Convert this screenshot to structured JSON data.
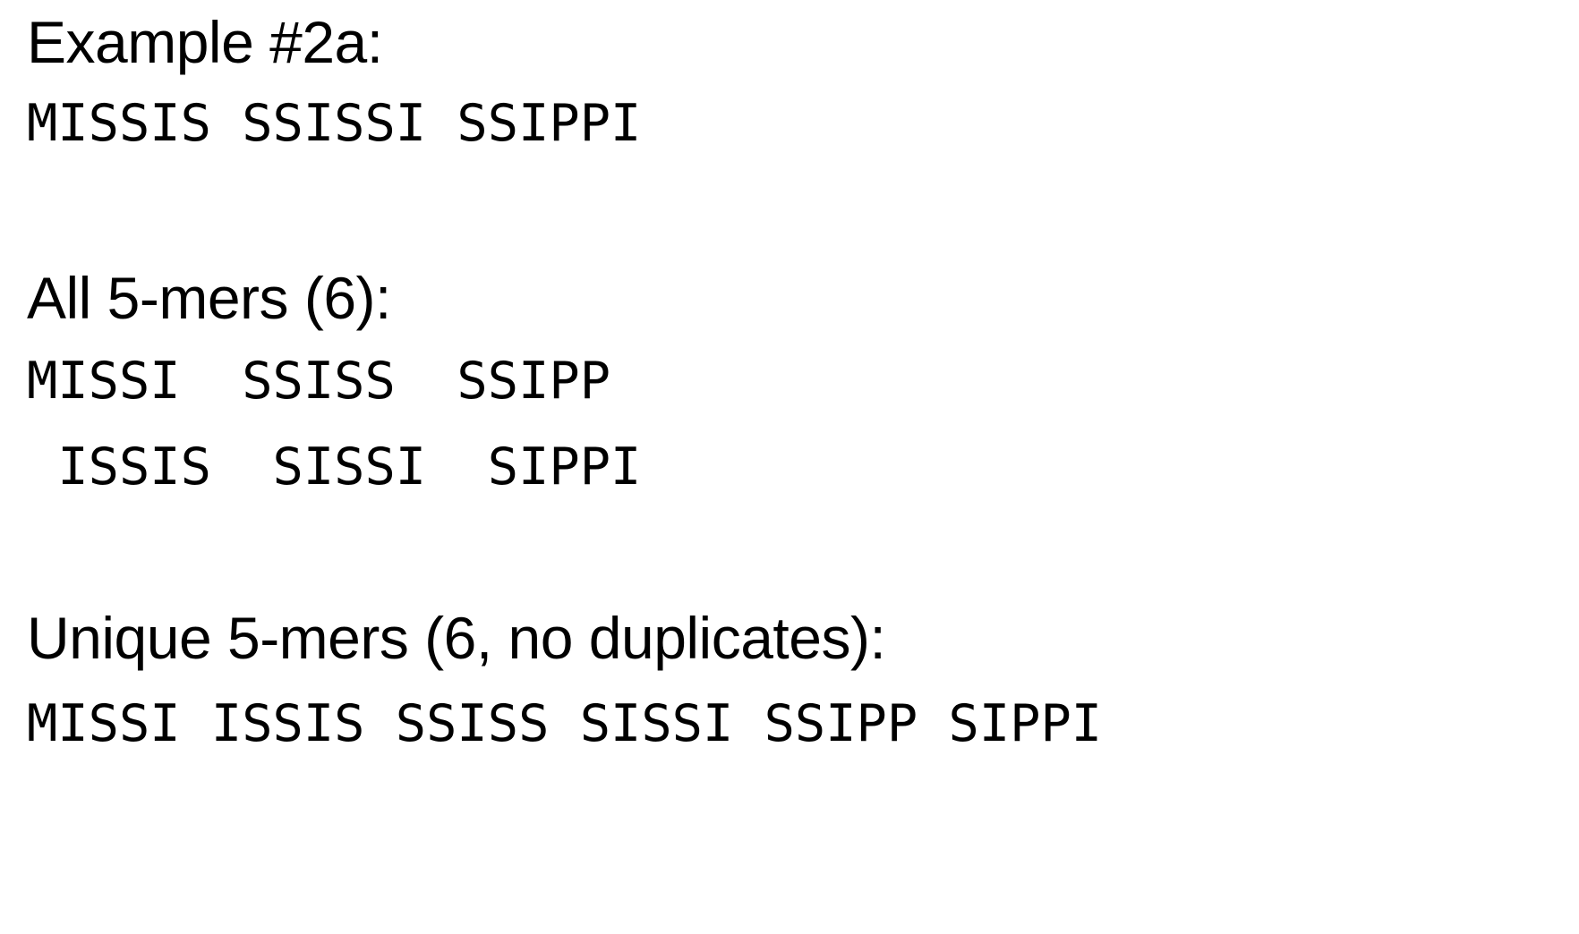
{
  "slide": {
    "title": "Example #2a:",
    "sequence": "MISSIS SSISSI SSIPPI",
    "all_kmers": {
      "heading": "All 5-mers (6):",
      "rows": [
        "MISSI  SSISS  SSIPP",
        " ISSIS  SISSI  SIPPI"
      ],
      "items": [
        "MISSI",
        "ISSIS",
        "SSISS",
        "SISSI",
        "SSIPP",
        "SIPPI"
      ],
      "count": 6,
      "k": 5
    },
    "unique_kmers": {
      "heading": "Unique 5-mers (6, no duplicates):",
      "row": "MISSI ISSIS SSISS SISSI SSIPP SIPPI",
      "items": [
        "MISSI",
        "ISSIS",
        "SSISS",
        "SISSI",
        "SSIPP",
        "SIPPI"
      ],
      "count": 6,
      "k": 5
    },
    "colors": {
      "background": "#ffffff",
      "text": "#000000"
    }
  }
}
